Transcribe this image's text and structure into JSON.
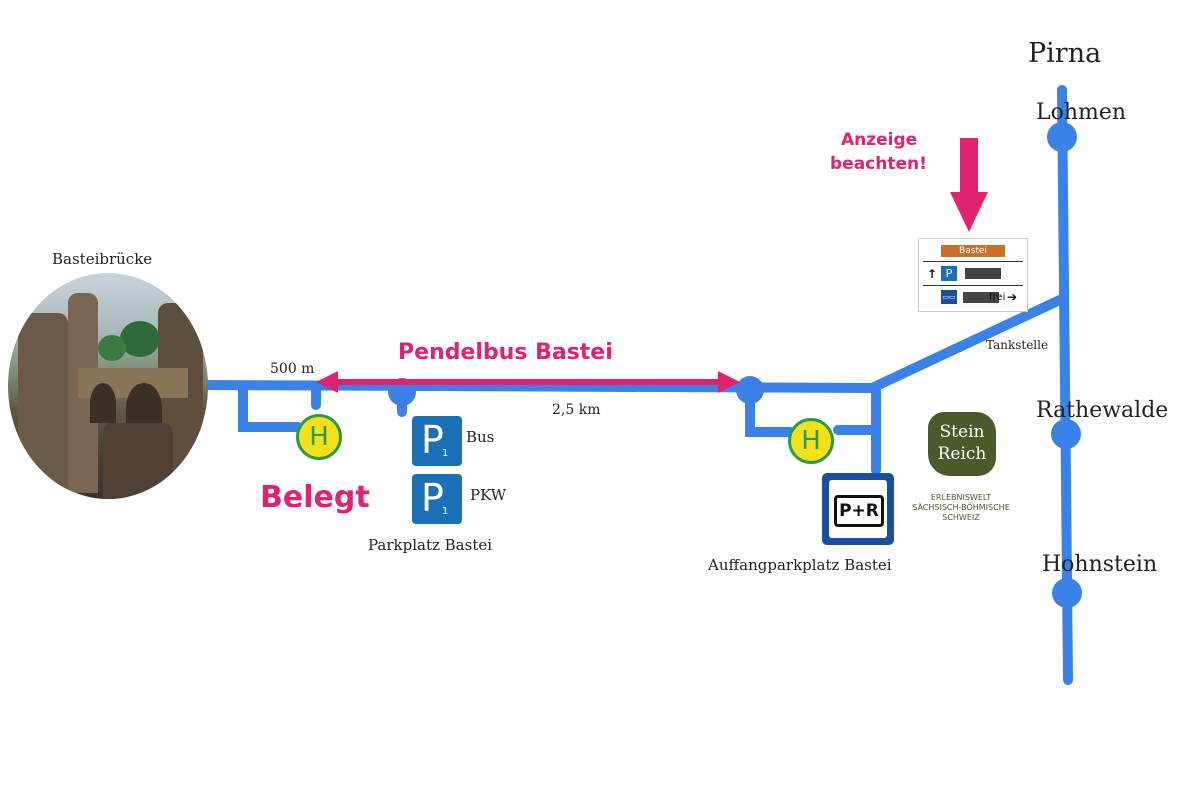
{
  "map": {
    "towns": {
      "pirna": "Pirna",
      "lohmen": "Lohmen",
      "rathewalde": "Rathewalde",
      "hohnstein": "Hohnstein"
    },
    "labels": {
      "basteibruecke": "Basteibrücke",
      "tankstelle": "Tankstelle",
      "distance_walk": "500 m",
      "distance_bus": "2,5 km",
      "pendelbus": "Pendelbus Bastei",
      "belegt": "Belegt",
      "parkplatz_bastei": "Parkplatz Bastei",
      "auffangparkplatz": "Auffangparkplatz Bastei",
      "anzeige_line1": "Anzeige",
      "anzeige_line2": "beachten!"
    },
    "parking_signs": [
      {
        "letter": "P",
        "sub": "1",
        "label": "Bus"
      },
      {
        "letter": "P",
        "sub": "1",
        "label": "PKW"
      }
    ],
    "bus_stop_letter": "H",
    "park_and_ride": "P+R",
    "message_sign": {
      "title": "Bastei",
      "row1_arrow": "↑",
      "row1_p": "P",
      "row2_bus": "▭▭",
      "row2_text": "frei",
      "row2_arrow": "➔"
    },
    "logo": {
      "line1": "Stein",
      "line2": "Reich",
      "tag1": "ERLEBNISWELT",
      "tag2": "SÄCHSISCH-BÖHMISCHE",
      "tag3": "SCHWEIZ"
    },
    "colors": {
      "road": "#3b82e8",
      "accent_pink": "#e0226f",
      "parking_blue": "#1a6fb5",
      "bus_stop_yellow": "#f4e11a",
      "bus_stop_green": "#2a9a47"
    },
    "icons": [
      "bus-stop-icon",
      "parking-icon",
      "park-and-ride-icon",
      "arrow-down-icon",
      "double-arrow-icon"
    ]
  }
}
